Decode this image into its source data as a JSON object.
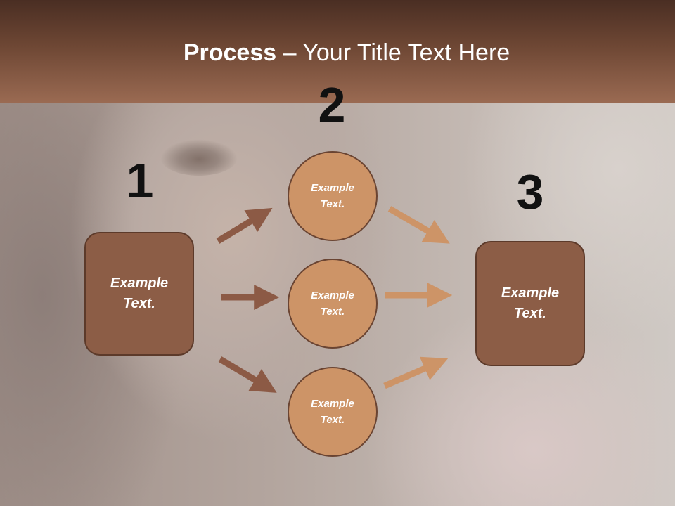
{
  "slide": {
    "title_bold": "Process",
    "title_rest": " – Your Title Text Here"
  },
  "steps": {
    "step1_number": "1",
    "step2_number": "2",
    "step3_number": "3"
  },
  "nodes": {
    "left_box": "Example Text.",
    "circle_top": "Example Text.",
    "circle_middle": "Example Text.",
    "circle_bottom": "Example Text.",
    "right_box": "Example Text."
  },
  "colors": {
    "header_top": "#4a2e23",
    "header_bottom": "#9a6a52",
    "box_fill": "#8c5d46",
    "circle_fill": "#cd9467",
    "arrow_dark": "#8c5a45",
    "arrow_light": "#cd9467"
  }
}
